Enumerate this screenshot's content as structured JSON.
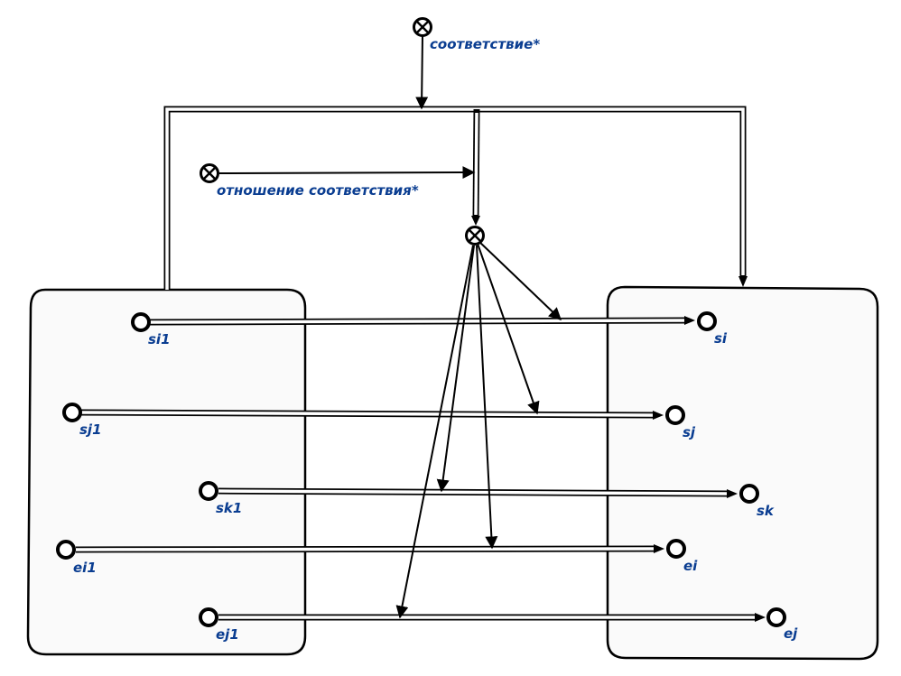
{
  "colors": {
    "label": "#0a3d91",
    "stroke": "#000000",
    "box_fill": "#fafafa"
  },
  "labels": {
    "correspondence": "соответствие*",
    "relation": "отношение соответствия*",
    "si1": "si1",
    "sj1": "sj1",
    "sk1": "sk1",
    "ei1": "ei1",
    "ej1": "ej1",
    "si": "si",
    "sj": "sj",
    "sk": "sk",
    "ei": "ei",
    "ej": "ej"
  }
}
